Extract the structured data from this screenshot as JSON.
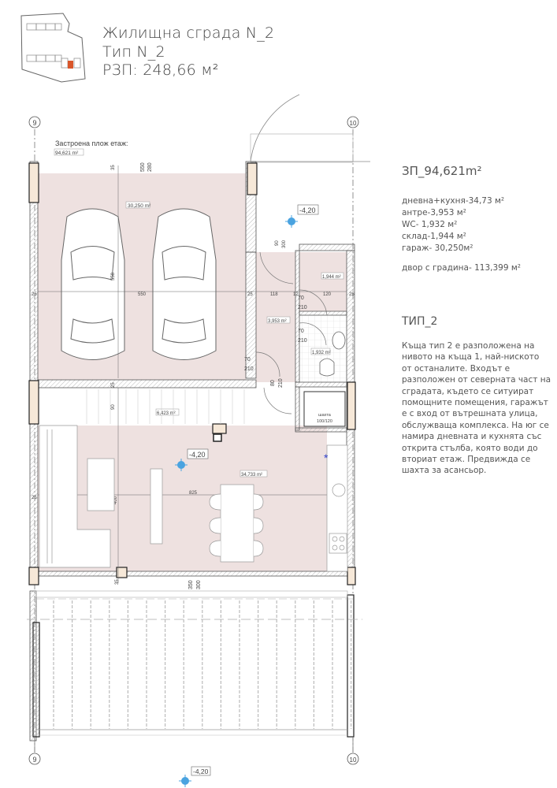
{
  "header": {
    "title": "Жилищна сграда N_2",
    "type": "Тип N_2",
    "rzp": "РЗП: 248,66 м²",
    "key_plan_icon": "site-key-plan-icon",
    "highlight_color": "#d9562a"
  },
  "summary": {
    "built_area": "ЗП_94,621m²",
    "rooms": [
      "дневна+кухня-34,73 м²",
      "антре-3,953 м²",
      "WC- 1,932 м²",
      "склад-1,944 м²",
      "гараж- 30,250м²"
    ],
    "yard": "двор с градина- 113,399 м²"
  },
  "description": {
    "heading": "ТИП_2",
    "text": "Къща тип 2 е разположена на нивото на къща 1, най-ниското от останалите. Входът е разположен от северната част на сградата, където се ситуират помощните помещения, гаражът е с вход от вътрешната улица, обслужваща комплекса. На юг се намира дневната и кухнята със открита стълба, която води до вториат етаж. Предвижда се шахта за асансьор."
  },
  "plan": {
    "floor_color": "#eee1e0",
    "axes": {
      "left": "9",
      "right": "10"
    },
    "built_label": "Застроена плож етаж:",
    "built_value": "94,621 m²",
    "room_areas": {
      "garage": "30,250 m²",
      "storage": "1,944 m²",
      "hall": "3,953 m²",
      "wc": "1,932 m²",
      "stair": "6,423 m²",
      "living": "34,733 m²"
    },
    "shaft_label": "шахта",
    "shaft_size": "100/120",
    "levels": {
      "entrance": "-4,20",
      "living": "-4,20",
      "yard": "-4,20"
    },
    "dimensions": {
      "top_35": "35",
      "top_550": "550",
      "top_280": "280",
      "garage_width": "550",
      "garage_depth": "558",
      "wall_left": "25",
      "wall_mid": "25",
      "wall_right": "25",
      "hall_118": "118",
      "hall_12": "12",
      "store_120": "120",
      "door_90": "90",
      "door_300": "300",
      "door1_w": "70",
      "door1_h": "210",
      "door2_w": "70",
      "door2_h": "210",
      "door3_w": "70",
      "door3_h": "210",
      "door4_w": "80",
      "door4_h": "210",
      "stair_25": "25",
      "stair_90": "90",
      "living_width": "825",
      "living_depth": "400",
      "living_wall": "25",
      "bottom_35": "35",
      "bottom_350": "350",
      "bottom_300": "300"
    }
  }
}
